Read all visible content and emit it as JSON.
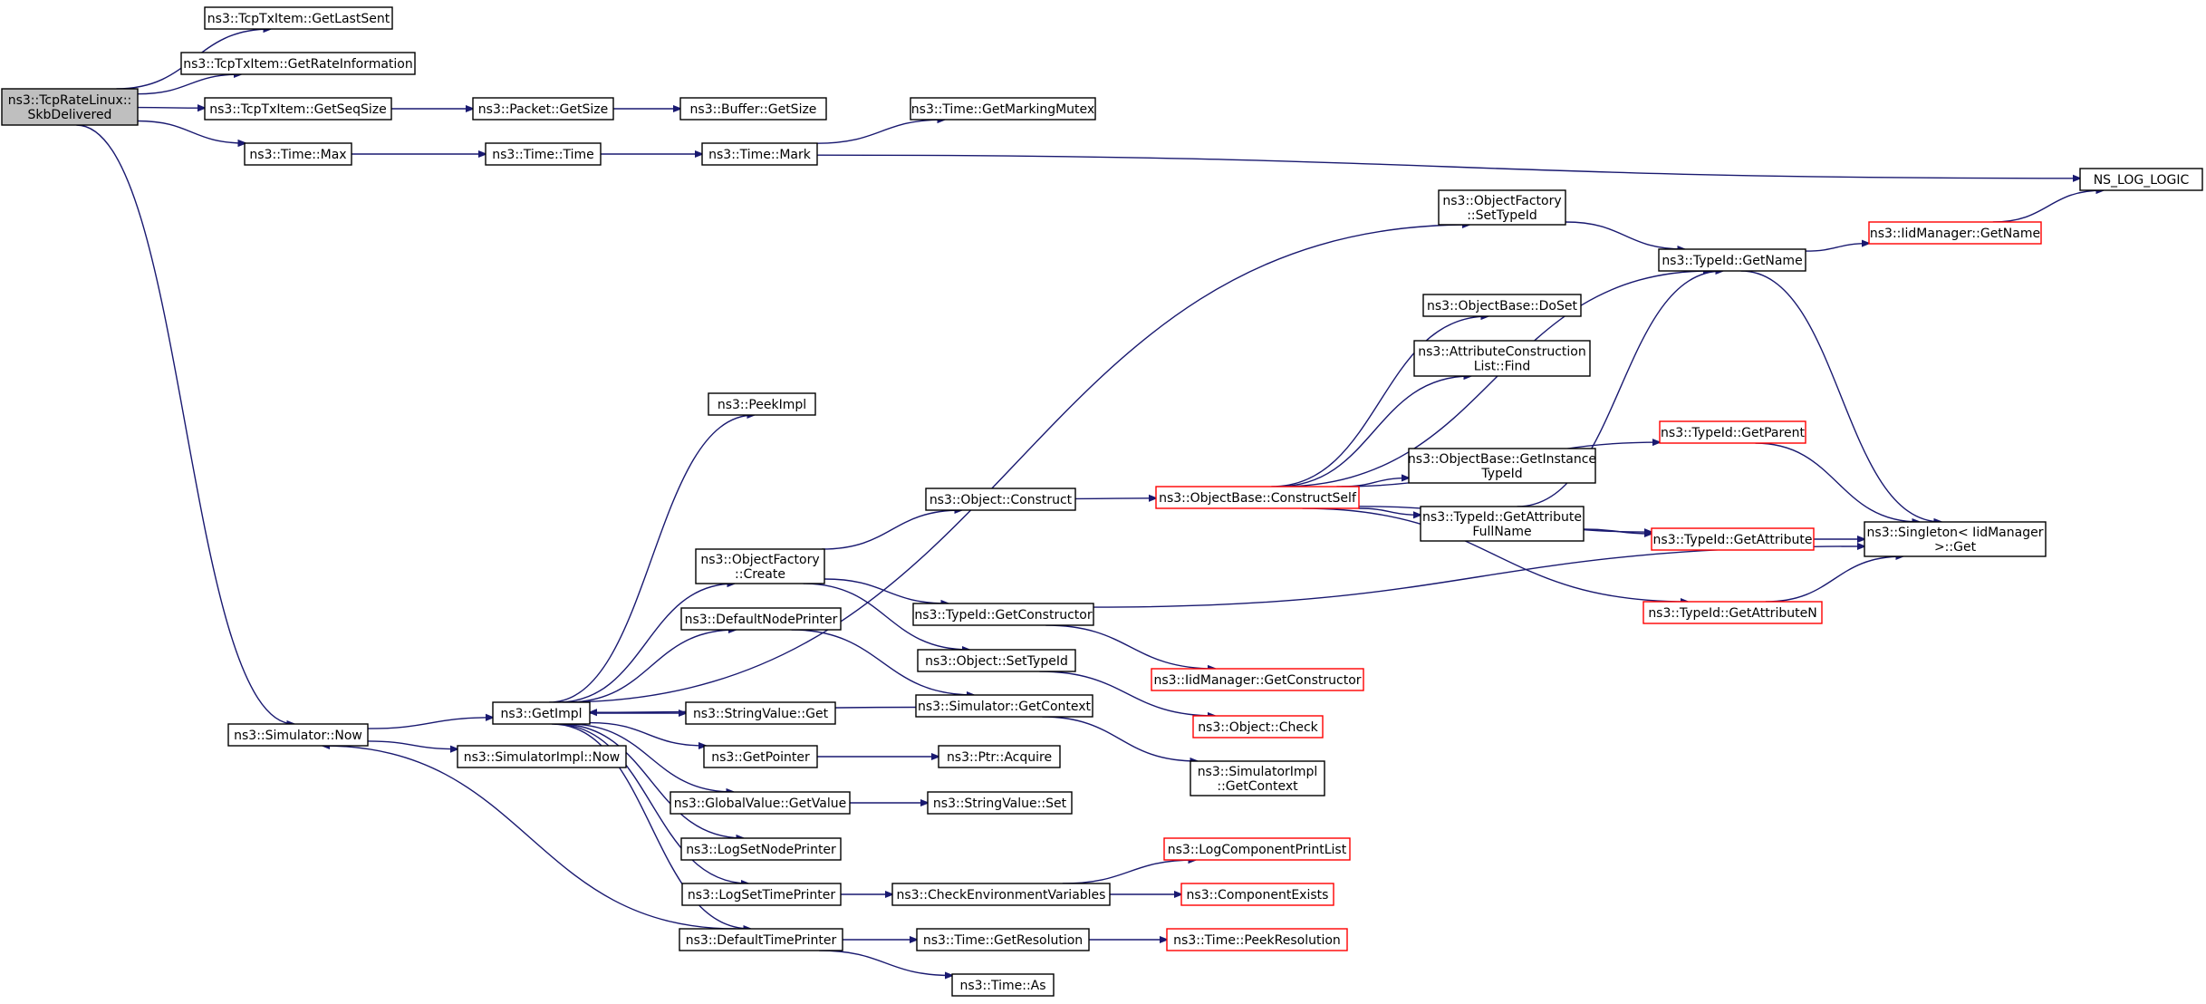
{
  "diagram": {
    "nodes": [
      {
        "id": "root",
        "lines": [
          "ns3::TcpRateLinux::",
          "SkbDelivered"
        ],
        "style": "root"
      },
      {
        "id": "getLastSent",
        "lines": [
          "ns3::TcpTxItem::GetLastSent"
        ],
        "style": "normal"
      },
      {
        "id": "getRateInfo",
        "lines": [
          "ns3::TcpTxItem::GetRateInformation"
        ],
        "style": "normal"
      },
      {
        "id": "getSeqSize",
        "lines": [
          "ns3::TcpTxItem::GetSeqSize"
        ],
        "style": "normal"
      },
      {
        "id": "timeMax",
        "lines": [
          "ns3::Time::Max"
        ],
        "style": "normal"
      },
      {
        "id": "packetGetSize",
        "lines": [
          "ns3::Packet::GetSize"
        ],
        "style": "normal"
      },
      {
        "id": "bufferGetSize",
        "lines": [
          "ns3::Buffer::GetSize"
        ],
        "style": "normal"
      },
      {
        "id": "getMarkingMutex",
        "lines": [
          "ns3::Time::GetMarkingMutex"
        ],
        "style": "normal"
      },
      {
        "id": "timeTime",
        "lines": [
          "ns3::Time::Time"
        ],
        "style": "normal"
      },
      {
        "id": "timeMark",
        "lines": [
          "ns3::Time::Mark"
        ],
        "style": "normal"
      },
      {
        "id": "nsLogLogic",
        "lines": [
          "NS_LOG_LOGIC"
        ],
        "style": "normal"
      },
      {
        "id": "ofSetTypeId",
        "lines": [
          "ns3::ObjectFactory",
          "::SetTypeId"
        ],
        "style": "normal"
      },
      {
        "id": "typeIdGetName",
        "lines": [
          "ns3::TypeId::GetName"
        ],
        "style": "normal"
      },
      {
        "id": "iidGetName",
        "lines": [
          "ns3::IidManager::GetName"
        ],
        "style": "red"
      },
      {
        "id": "obDoSet",
        "lines": [
          "ns3::ObjectBase::DoSet"
        ],
        "style": "normal"
      },
      {
        "id": "aclFind",
        "lines": [
          "ns3::AttributeConstruction",
          "List::Find"
        ],
        "style": "normal"
      },
      {
        "id": "peekImpl",
        "lines": [
          "ns3::PeekImpl"
        ],
        "style": "normal"
      },
      {
        "id": "getParent",
        "lines": [
          "ns3::TypeId::GetParent"
        ],
        "style": "red"
      },
      {
        "id": "obGetInstanceTypeId",
        "lines": [
          "ns3::ObjectBase::GetInstance",
          "TypeId"
        ],
        "style": "normal"
      },
      {
        "id": "objConstruct",
        "lines": [
          "ns3::Object::Construct"
        ],
        "style": "normal"
      },
      {
        "id": "obConstructSelf",
        "lines": [
          "ns3::ObjectBase::ConstructSelf"
        ],
        "style": "red"
      },
      {
        "id": "getAttrFullName",
        "lines": [
          "ns3::TypeId::GetAttribute",
          "FullName"
        ],
        "style": "normal"
      },
      {
        "id": "singletonGet",
        "lines": [
          "ns3::Singleton< IidManager",
          " >::Get"
        ],
        "style": "normal"
      },
      {
        "id": "getAttribute",
        "lines": [
          "ns3::TypeId::GetAttribute"
        ],
        "style": "red"
      },
      {
        "id": "ofCreate",
        "lines": [
          "ns3::ObjectFactory",
          "::Create"
        ],
        "style": "normal"
      },
      {
        "id": "getConstructor",
        "lines": [
          "ns3::TypeId::GetConstructor"
        ],
        "style": "normal"
      },
      {
        "id": "getAttributeN",
        "lines": [
          "ns3::TypeId::GetAttributeN"
        ],
        "style": "red"
      },
      {
        "id": "defaultNodePrinter",
        "lines": [
          "ns3::DefaultNodePrinter"
        ],
        "style": "normal"
      },
      {
        "id": "objSetTypeId",
        "lines": [
          "ns3::Object::SetTypeId"
        ],
        "style": "normal"
      },
      {
        "id": "iidGetConstructor",
        "lines": [
          "ns3::IidManager::GetConstructor"
        ],
        "style": "red"
      },
      {
        "id": "simGetContext",
        "lines": [
          "ns3::Simulator::GetContext"
        ],
        "style": "normal"
      },
      {
        "id": "getImpl",
        "lines": [
          "ns3::GetImpl"
        ],
        "style": "normal"
      },
      {
        "id": "stringValueGet",
        "lines": [
          "ns3::StringValue::Get"
        ],
        "style": "normal"
      },
      {
        "id": "objCheck",
        "lines": [
          "ns3::Object::Check"
        ],
        "style": "red"
      },
      {
        "id": "simNow",
        "lines": [
          "ns3::Simulator::Now"
        ],
        "style": "normal"
      },
      {
        "id": "simImplNow",
        "lines": [
          "ns3::SimulatorImpl::Now"
        ],
        "style": "normal"
      },
      {
        "id": "getPointer",
        "lines": [
          "ns3::GetPointer"
        ],
        "style": "normal"
      },
      {
        "id": "ptrAcquire",
        "lines": [
          "ns3::Ptr::Acquire"
        ],
        "style": "normal"
      },
      {
        "id": "simImplGetContext",
        "lines": [
          "ns3::SimulatorImpl",
          "::GetContext"
        ],
        "style": "normal"
      },
      {
        "id": "gvGetValue",
        "lines": [
          "ns3::GlobalValue::GetValue"
        ],
        "style": "normal"
      },
      {
        "id": "stringValueSet",
        "lines": [
          "ns3::StringValue::Set"
        ],
        "style": "normal"
      },
      {
        "id": "logCompPrintList",
        "lines": [
          "ns3::LogComponentPrintList"
        ],
        "style": "red"
      },
      {
        "id": "logSetNodePrinter",
        "lines": [
          "ns3::LogSetNodePrinter"
        ],
        "style": "normal"
      },
      {
        "id": "logSetTimePrinter",
        "lines": [
          "ns3::LogSetTimePrinter"
        ],
        "style": "normal"
      },
      {
        "id": "checkEnvVars",
        "lines": [
          "ns3::CheckEnvironmentVariables"
        ],
        "style": "normal"
      },
      {
        "id": "componentExists",
        "lines": [
          "ns3::ComponentExists"
        ],
        "style": "red"
      },
      {
        "id": "defaultTimePrinter",
        "lines": [
          "ns3::DefaultTimePrinter"
        ],
        "style": "normal"
      },
      {
        "id": "timeGetResolution",
        "lines": [
          "ns3::Time::GetResolution"
        ],
        "style": "normal"
      },
      {
        "id": "timePeekResolution",
        "lines": [
          "ns3::Time::PeekResolution"
        ],
        "style": "red"
      },
      {
        "id": "timeAs",
        "lines": [
          "ns3::Time::As"
        ],
        "style": "normal"
      }
    ],
    "edges": [
      [
        "root",
        "getLastSent"
      ],
      [
        "root",
        "getRateInfo"
      ],
      [
        "root",
        "getSeqSize"
      ],
      [
        "root",
        "timeMax"
      ],
      [
        "root",
        "simNow"
      ],
      [
        "getSeqSize",
        "packetGetSize"
      ],
      [
        "packetGetSize",
        "bufferGetSize"
      ],
      [
        "timeMax",
        "timeTime"
      ],
      [
        "timeTime",
        "timeMark"
      ],
      [
        "timeMark",
        "getMarkingMutex"
      ],
      [
        "timeMark",
        "nsLogLogic"
      ],
      [
        "ofSetTypeId",
        "typeIdGetName"
      ],
      [
        "typeIdGetName",
        "iidGetName"
      ],
      [
        "typeIdGetName",
        "singletonGet"
      ],
      [
        "iidGetName",
        "nsLogLogic"
      ],
      [
        "obConstructSelf",
        "typeIdGetName"
      ],
      [
        "obConstructSelf",
        "obDoSet"
      ],
      [
        "obConstructSelf",
        "aclFind"
      ],
      [
        "obConstructSelf",
        "getParent"
      ],
      [
        "obConstructSelf",
        "obGetInstanceTypeId"
      ],
      [
        "obConstructSelf",
        "getAttrFullName"
      ],
      [
        "obConstructSelf",
        "getAttribute"
      ],
      [
        "obConstructSelf",
        "getAttributeN"
      ],
      [
        "getAttrFullName",
        "typeIdGetName"
      ],
      [
        "getAttrFullName",
        "getAttribute"
      ],
      [
        "getParent",
        "singletonGet"
      ],
      [
        "getAttribute",
        "singletonGet"
      ],
      [
        "getAttributeN",
        "singletonGet"
      ],
      [
        "objConstruct",
        "obConstructSelf"
      ],
      [
        "ofCreate",
        "objConstruct"
      ],
      [
        "ofCreate",
        "getConstructor"
      ],
      [
        "ofCreate",
        "objSetTypeId"
      ],
      [
        "getConstructor",
        "iidGetConstructor"
      ],
      [
        "getConstructor",
        "singletonGet"
      ],
      [
        "objSetTypeId",
        "objCheck"
      ],
      [
        "defaultNodePrinter",
        "simGetContext"
      ],
      [
        "simGetContext",
        "getImpl"
      ],
      [
        "simGetContext",
        "simImplGetContext"
      ],
      [
        "getImpl",
        "peekImpl"
      ],
      [
        "getImpl",
        "ofSetTypeId"
      ],
      [
        "getImpl",
        "ofCreate"
      ],
      [
        "getImpl",
        "defaultNodePrinter"
      ],
      [
        "getImpl",
        "stringValueGet"
      ],
      [
        "getImpl",
        "getPointer"
      ],
      [
        "getImpl",
        "gvGetValue"
      ],
      [
        "getImpl",
        "logSetNodePrinter"
      ],
      [
        "getImpl",
        "logSetTimePrinter"
      ],
      [
        "getImpl",
        "defaultTimePrinter"
      ],
      [
        "simNow",
        "getImpl"
      ],
      [
        "simNow",
        "simImplNow"
      ],
      [
        "getPointer",
        "ptrAcquire"
      ],
      [
        "gvGetValue",
        "stringValueSet"
      ],
      [
        "logSetTimePrinter",
        "checkEnvVars"
      ],
      [
        "checkEnvVars",
        "logCompPrintList"
      ],
      [
        "checkEnvVars",
        "componentExists"
      ],
      [
        "defaultTimePrinter",
        "simNow"
      ],
      [
        "defaultTimePrinter",
        "timeGetResolution"
      ],
      [
        "defaultTimePrinter",
        "timeAs"
      ],
      [
        "timeGetResolution",
        "timePeekResolution"
      ]
    ]
  }
}
